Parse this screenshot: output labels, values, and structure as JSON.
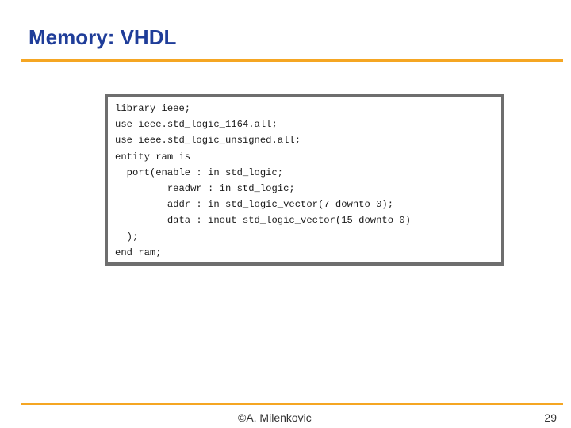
{
  "slide": {
    "title": "Memory: VHDL",
    "code": "library ieee;\nuse ieee.std_logic_1164.all;\nuse ieee.std_logic_unsigned.all;\nentity ram is\n  port(enable : in std_logic;\n         readwr : in std_logic;\n         addr : in std_logic_vector(7 downto 0);\n         data : inout std_logic_vector(15 downto 0)\n  );\nend ram;"
  },
  "footer": {
    "author": "©A. Milenkovic",
    "page_number": "29"
  },
  "colors": {
    "title": "#1f3d99",
    "accent_rule": "#f5a623",
    "code_border": "#6e6e6e"
  }
}
